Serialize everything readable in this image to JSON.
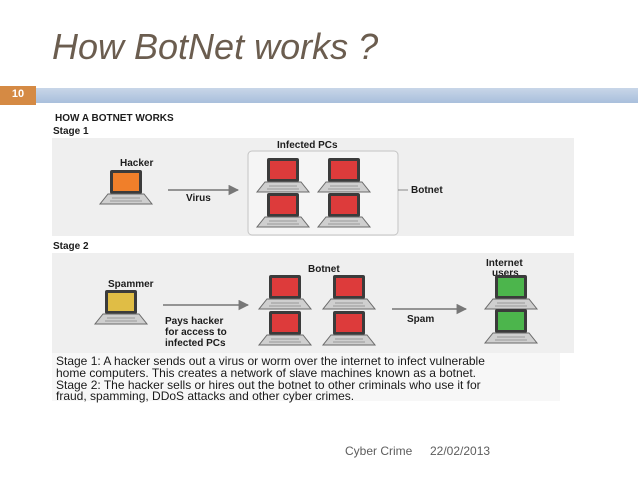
{
  "slide": {
    "title": "How BotNet works ?",
    "number": "10",
    "footer_label": "Cyber Crime",
    "footer_date": "22/02/2013"
  },
  "diagram": {
    "heading": "HOW A BOTNET WORKS",
    "stage1": {
      "label": "Stage 1",
      "hacker": "Hacker",
      "arrow": "Virus",
      "group": "Infected PCs",
      "callout": "Botnet"
    },
    "stage2": {
      "label": "Stage 2",
      "spammer": "Spammer",
      "pays": [
        "Pays hacker",
        "for access to",
        "infected PCs"
      ],
      "botnet": "Botnet",
      "spam": "Spam",
      "users": [
        "Internet",
        "users"
      ]
    },
    "caption": [
      "Stage 1: A hacker sends out a virus or worm over the internet to infect vulnerable",
      "home computers. This creates a network of slave machines known as a botnet.",
      "Stage 2: The hacker sells or hires out the botnet to other criminals who use it for",
      "fraud, spamming, DDoS attacks and other cyber crimes."
    ]
  },
  "colors": {
    "hacker_screen": "#f07f2a",
    "infected_screen": "#dd3b3b",
    "spammer_screen": "#e0bd45",
    "user_screen": "#4cb54c"
  }
}
